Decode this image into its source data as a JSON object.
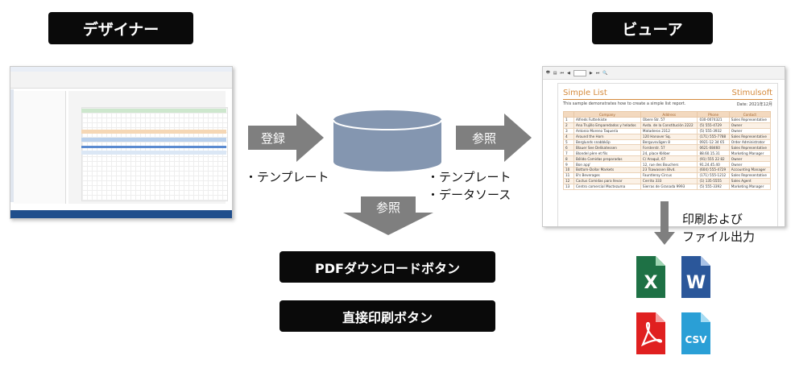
{
  "headers": {
    "designer": "デザイナー",
    "viewer": "ビューア"
  },
  "arrows": {
    "register": "登録",
    "ref_right": "参照",
    "ref_down": "参照",
    "print_down": ""
  },
  "labels": {
    "designer_out": "・テンプレート",
    "viewer_in_1": "・テンプレート",
    "viewer_in_2": "・データソース",
    "print_line1": "印刷および",
    "print_line2": "ファイル出力"
  },
  "buttons": {
    "pdf": "PDFダウンロードボタン",
    "print": "直接印刷ボタン"
  },
  "database": {
    "icon": "database-icon",
    "color": "#8496b0"
  },
  "colors": {
    "arrow": "#7f7f7f",
    "block": "#0a0a0a",
    "excel": "#1e7145",
    "word": "#2b579a",
    "pdf": "#e02020",
    "csv": "#2a9fd6"
  },
  "file_icons": [
    {
      "name": "excel-file-icon",
      "letter": "X"
    },
    {
      "name": "word-file-icon",
      "letter": "W"
    },
    {
      "name": "pdf-file-icon",
      "letter": ""
    },
    {
      "name": "csv-file-icon",
      "letter": "CSV"
    }
  ],
  "viewer_report": {
    "title": "Simple List",
    "brand": "Stimulsoft",
    "subtitle": "This sample demonstrates how to create a simple list report.",
    "date": "Date: 2021年12月",
    "columns": [
      "Company",
      "Address",
      "Phone",
      "Contact"
    ],
    "rows": [
      [
        "1",
        "Alfreds Futterkiste",
        "Obere Str. 57",
        "030-0074321",
        "Sales Representative"
      ],
      [
        "2",
        "Ana Trujillo Emparedados y helados",
        "Avda. de la Constitución 2222",
        "(5) 555-4729",
        "Owner"
      ],
      [
        "3",
        "Antonio Moreno Taquería",
        "Mataderos 2312",
        "(5) 555-3932",
        "Owner"
      ],
      [
        "4",
        "Around the Horn",
        "120 Hanover Sq.",
        "(171) 555-7788",
        "Sales Representative"
      ],
      [
        "5",
        "Berglunds snabbköp",
        "Berguvsvägen 8",
        "0921-12 34 65",
        "Order Administrator"
      ],
      [
        "6",
        "Blauer See Delikatessen",
        "Forsterstr. 57",
        "0621-08460",
        "Sales Representative"
      ],
      [
        "7",
        "Blondel père et fils",
        "24, place Kléber",
        "88.60.15.31",
        "Marketing Manager"
      ],
      [
        "8",
        "Bólido Comidas preparadas",
        "C/ Araquil, 67",
        "(91) 555 22 82",
        "Owner"
      ],
      [
        "9",
        "Bon app'",
        "12, rue des Bouchers",
        "91.24.45.40",
        "Owner"
      ],
      [
        "10",
        "Bottom-Dollar Markets",
        "23 Tsawassen Blvd.",
        "(604) 555-4729",
        "Accounting Manager"
      ],
      [
        "11",
        "B's Beverages",
        "Fauntleroy Circus",
        "(171) 555-1212",
        "Sales Representative"
      ],
      [
        "12",
        "Cactus Comidas para llevar",
        "Cerrito 333",
        "(1) 135-5555",
        "Sales Agent"
      ],
      [
        "13",
        "Centro comercial Moctezuma",
        "Sierras de Granada 9993",
        "(5) 555-3392",
        "Marketing Manager"
      ]
    ]
  }
}
